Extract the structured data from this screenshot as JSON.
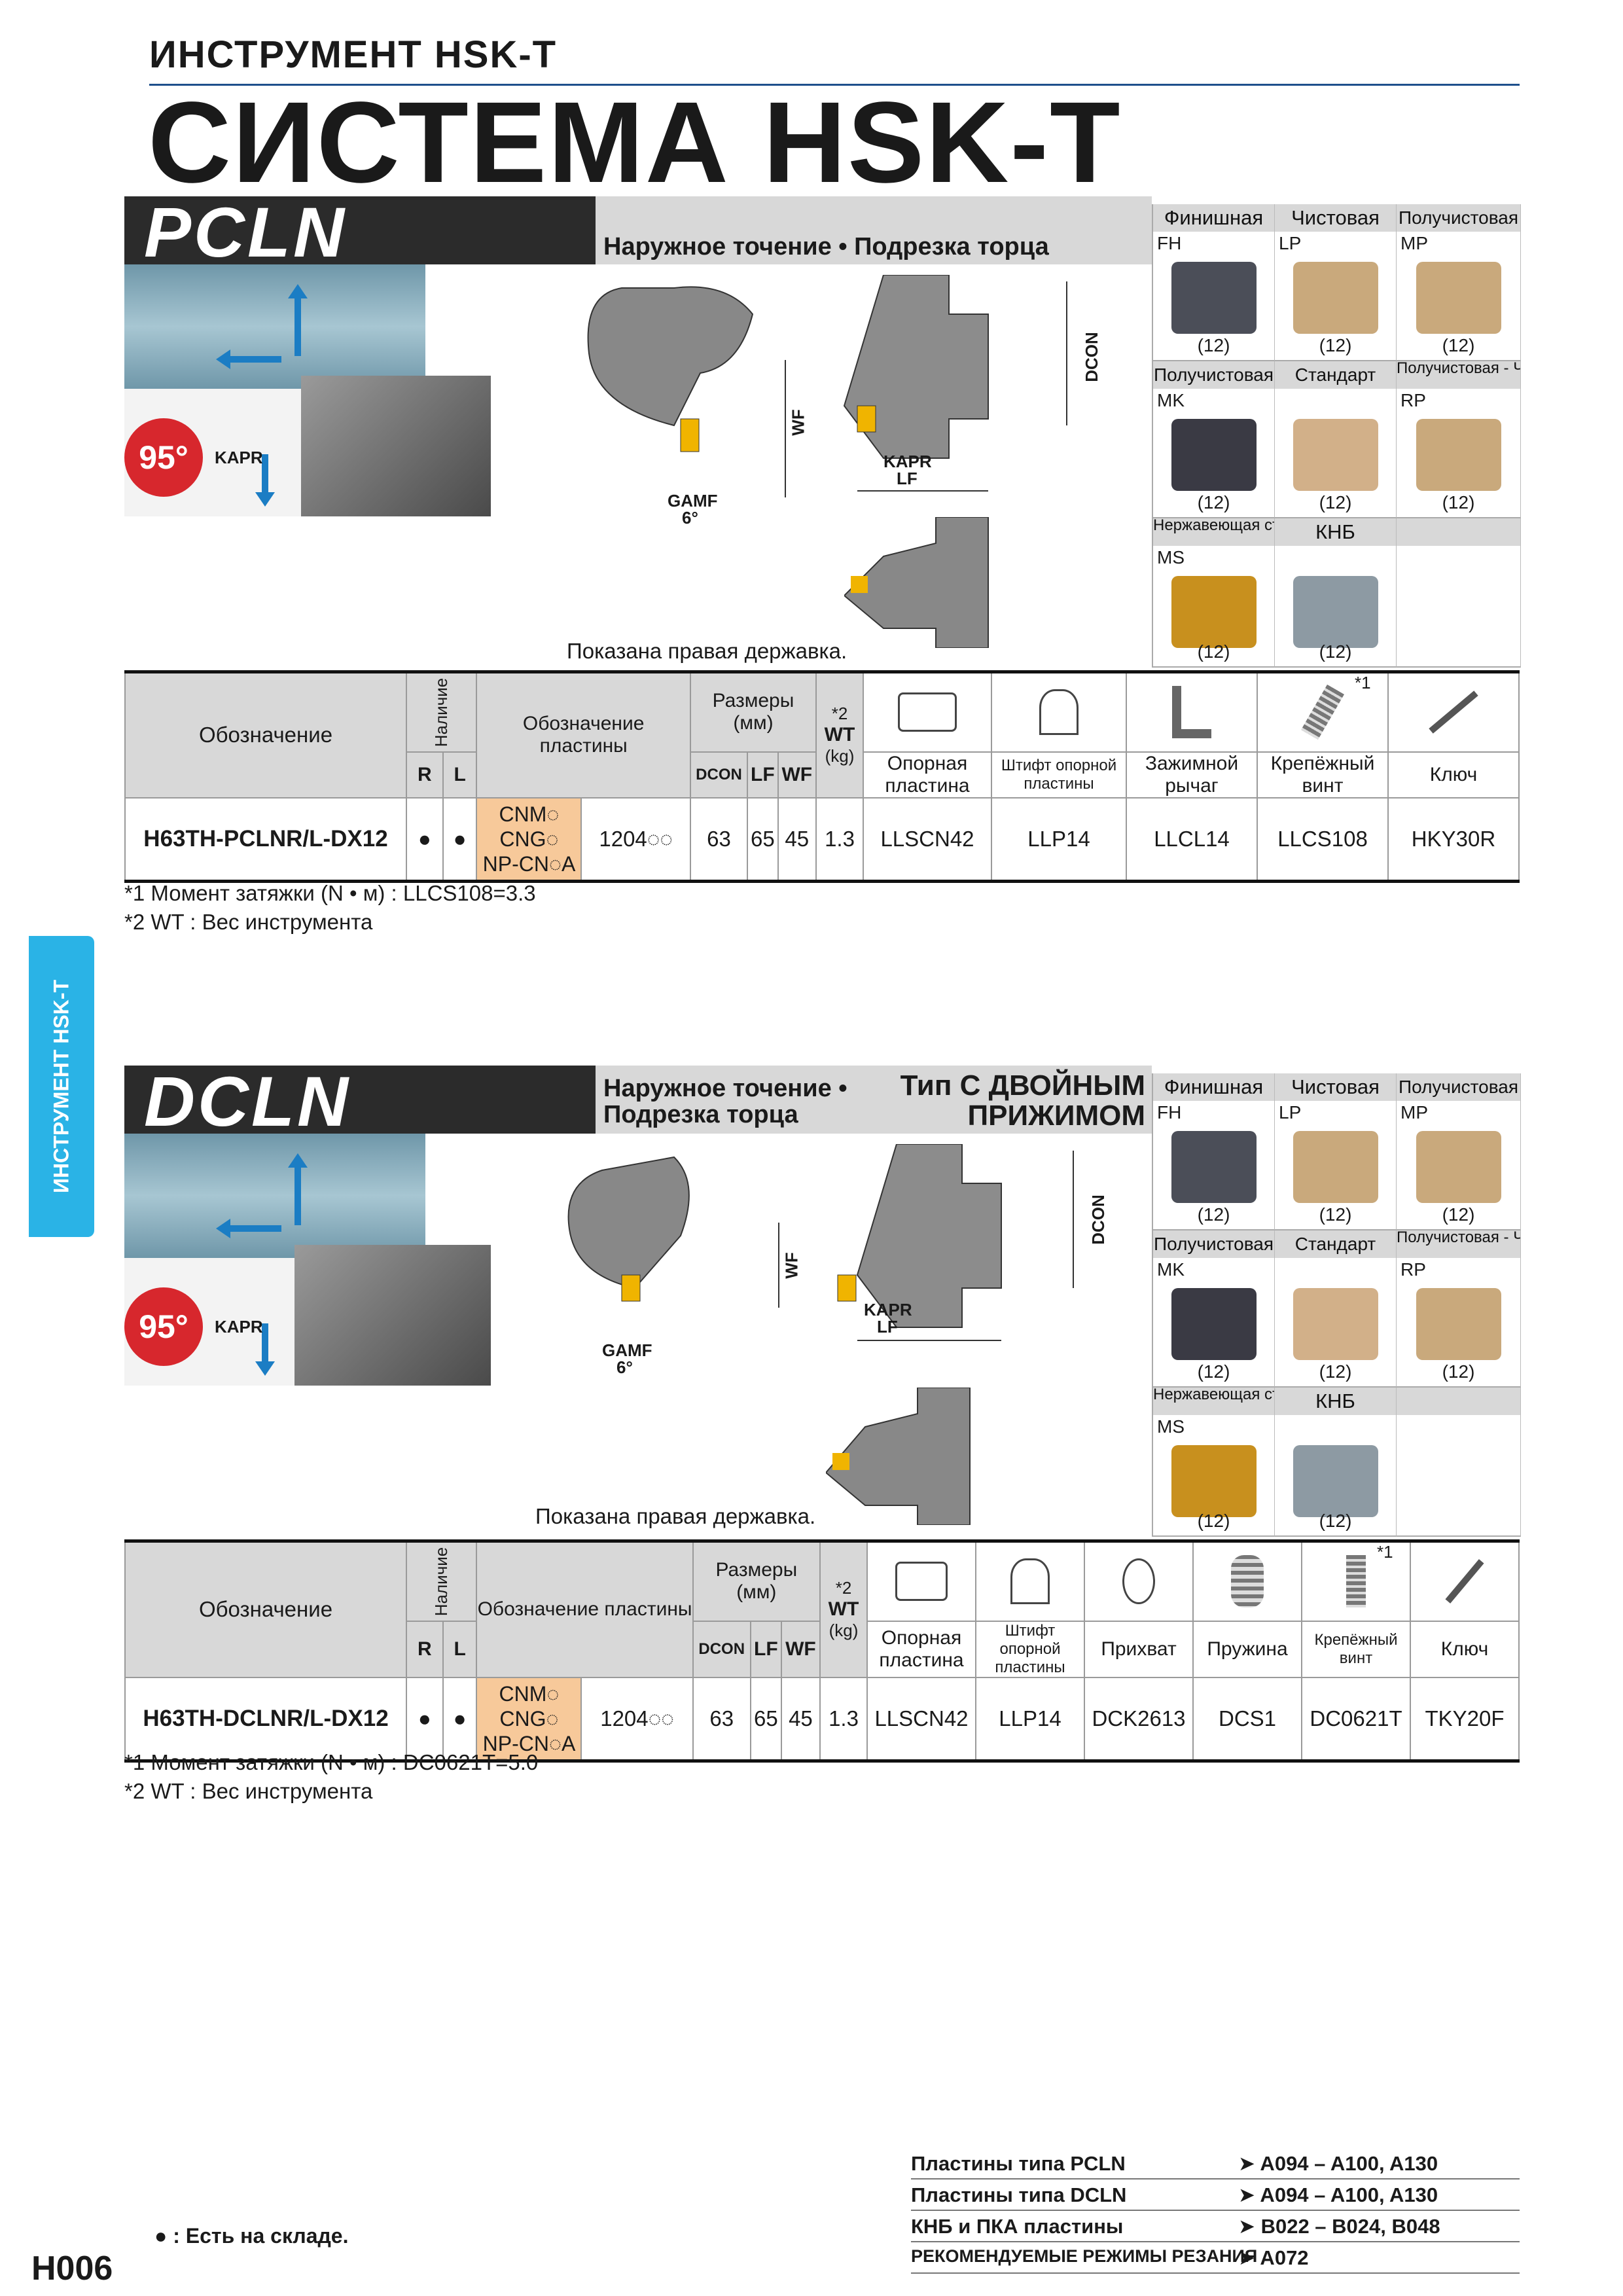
{
  "header": {
    "small_title": "ИНСТРУМЕНТ HSK-T",
    "big_title": "СИСТЕМА HSK-T"
  },
  "side_tab": "ИНСТРУМЕНТ HSK-T",
  "sections": [
    {
      "code": "PCLN",
      "subtitle": "Наружное точение • Подрезка торца",
      "angle": "95°",
      "kapr": "KAPR",
      "gamf": "GAMF",
      "gamf_val": "6°",
      "dim_labels": {
        "wf": "WF",
        "dcon": "DCON",
        "kapr": "KAPR",
        "lf": "LF"
      },
      "caption": "Показана правая державка.",
      "inserts": {
        "row1": [
          {
            "head": "Финишная",
            "code": "FH",
            "count": "(12)"
          },
          {
            "head": "Чистовая",
            "code": "LP",
            "count": "(12)"
          },
          {
            "head": "Получистовая",
            "code": "MP",
            "count": "(12)"
          }
        ],
        "row2": [
          {
            "head": "Получистовая",
            "code": "MK",
            "count": "(12)"
          },
          {
            "head": "Стандарт",
            "code": "",
            "count": "(12)"
          },
          {
            "head": "Получистовая - Черновая",
            "code": "RP",
            "count": "(12)"
          }
        ],
        "row3": [
          {
            "head": "Нержавеющая сталь",
            "code": "MS",
            "count": "(12)"
          },
          {
            "head": "КНБ",
            "code": "",
            "count": "(12)"
          }
        ]
      },
      "table": {
        "h_designation": "Обозначение",
        "h_stock": "Наличие",
        "h_insert": "Обозначение пластины",
        "h_dims": "Размеры (мм)",
        "h_wt": "WT",
        "h_wt_unit": "(kg)",
        "h_wt_note": "*2",
        "h_r": "R",
        "h_l": "L",
        "h_dcon": "DCON",
        "h_lf": "LF",
        "h_wf": "WF",
        "parts": [
          "Опорная пластина",
          "Штифт опорной пластины",
          "Зажимной рычаг",
          "Крепёжный винт",
          "Ключ"
        ],
        "parts_note": "*1",
        "row": {
          "code": "H63TH-PCLNR/L-DX12",
          "r": "●",
          "l": "●",
          "inserts": [
            "CNM◌",
            "CNG◌",
            "NP-CN◌A"
          ],
          "size": "1204◌◌",
          "dcon": "63",
          "lf": "65",
          "wf": "45",
          "wt": "1.3",
          "part_values": [
            "LLSCN42",
            "LLP14",
            "LLCL14",
            "LLCS108",
            "HKY30R"
          ]
        }
      },
      "notes": [
        "*1 Момент затяжки (N • м) : LLCS108=3.3",
        "*2 WT : Вес инструмента"
      ]
    },
    {
      "code": "DCLN",
      "subtitle_1": "Наружное точение •",
      "subtitle_2": "Подрезка торца",
      "type_1": "Тип С ДВОЙНЫМ",
      "type_2": "ПРИЖИМОМ",
      "angle": "95°",
      "kapr": "KAPR",
      "gamf": "GAMF",
      "gamf_val": "6°",
      "dim_labels": {
        "wf": "WF",
        "dcon": "DCON",
        "kapr": "KAPR",
        "lf": "LF"
      },
      "caption": "Показана правая державка.",
      "inserts": {
        "row1": [
          {
            "head": "Финишная",
            "code": "FH",
            "count": "(12)"
          },
          {
            "head": "Чистовая",
            "code": "LP",
            "count": "(12)"
          },
          {
            "head": "Получистовая",
            "code": "MP",
            "count": "(12)"
          }
        ],
        "row2": [
          {
            "head": "Получистовая",
            "code": "MK",
            "count": "(12)"
          },
          {
            "head": "Стандарт",
            "code": "",
            "count": "(12)"
          },
          {
            "head": "Получистовая - Черновая",
            "code": "RP",
            "count": "(12)"
          }
        ],
        "row3": [
          {
            "head": "Нержавеющая сталь",
            "code": "MS",
            "count": "(12)"
          },
          {
            "head": "КНБ",
            "code": "",
            "count": "(12)"
          }
        ]
      },
      "table": {
        "h_designation": "Обозначение",
        "h_stock": "Наличие",
        "h_insert": "Обозначение пластины",
        "h_dims": "Размеры (мм)",
        "h_wt": "WT",
        "h_wt_unit": "(kg)",
        "h_wt_note": "*2",
        "h_r": "R",
        "h_l": "L",
        "h_dcon": "DCON",
        "h_lf": "LF",
        "h_wf": "WF",
        "parts": [
          "Опорная пластина",
          "Штифт опорной пластины",
          "Прихват",
          "Пружина",
          "Крепёжный винт",
          "Ключ"
        ],
        "parts_note": "*1",
        "row": {
          "code": "H63TH-DCLNR/L-DX12",
          "r": "●",
          "l": "●",
          "inserts": [
            "CNM◌",
            "CNG◌",
            "NP-CN◌A"
          ],
          "size": "1204◌◌",
          "dcon": "63",
          "lf": "65",
          "wf": "45",
          "wt": "1.3",
          "part_values": [
            "LLSCN42",
            "LLP14",
            "DCK2613",
            "DCS1",
            "DC0621T",
            "TKY20F"
          ]
        }
      },
      "notes": [
        "*1 Момент затяжки (N • м) : DC0621T=5.0",
        "*2 WT : Вес инструмента"
      ]
    }
  ],
  "footer": {
    "legend": "● : Есть на складе.",
    "page": "H006",
    "refs": [
      {
        "label": "Пластины типа PCLN",
        "pages": "➤ A094 – A100, A130"
      },
      {
        "label": "Пластины типа DCLN",
        "pages": "➤ A094 – A100, A130"
      },
      {
        "label": "КНБ и ПКА пластины",
        "pages": "➤ B022 – B024, B048"
      },
      {
        "label": "РЕКОМЕНДУЕМЫЕ РЕЖИМЫ РЕЗАНИЯ",
        "pages": "➤ A072"
      }
    ]
  },
  "colors": {
    "accent_blue": "#2ab3e6",
    "rule_blue": "#1e4f8c",
    "angle_red": "#d7272d",
    "insert_orange": "#f7c99a",
    "header_grey": "#d8d8d8"
  }
}
